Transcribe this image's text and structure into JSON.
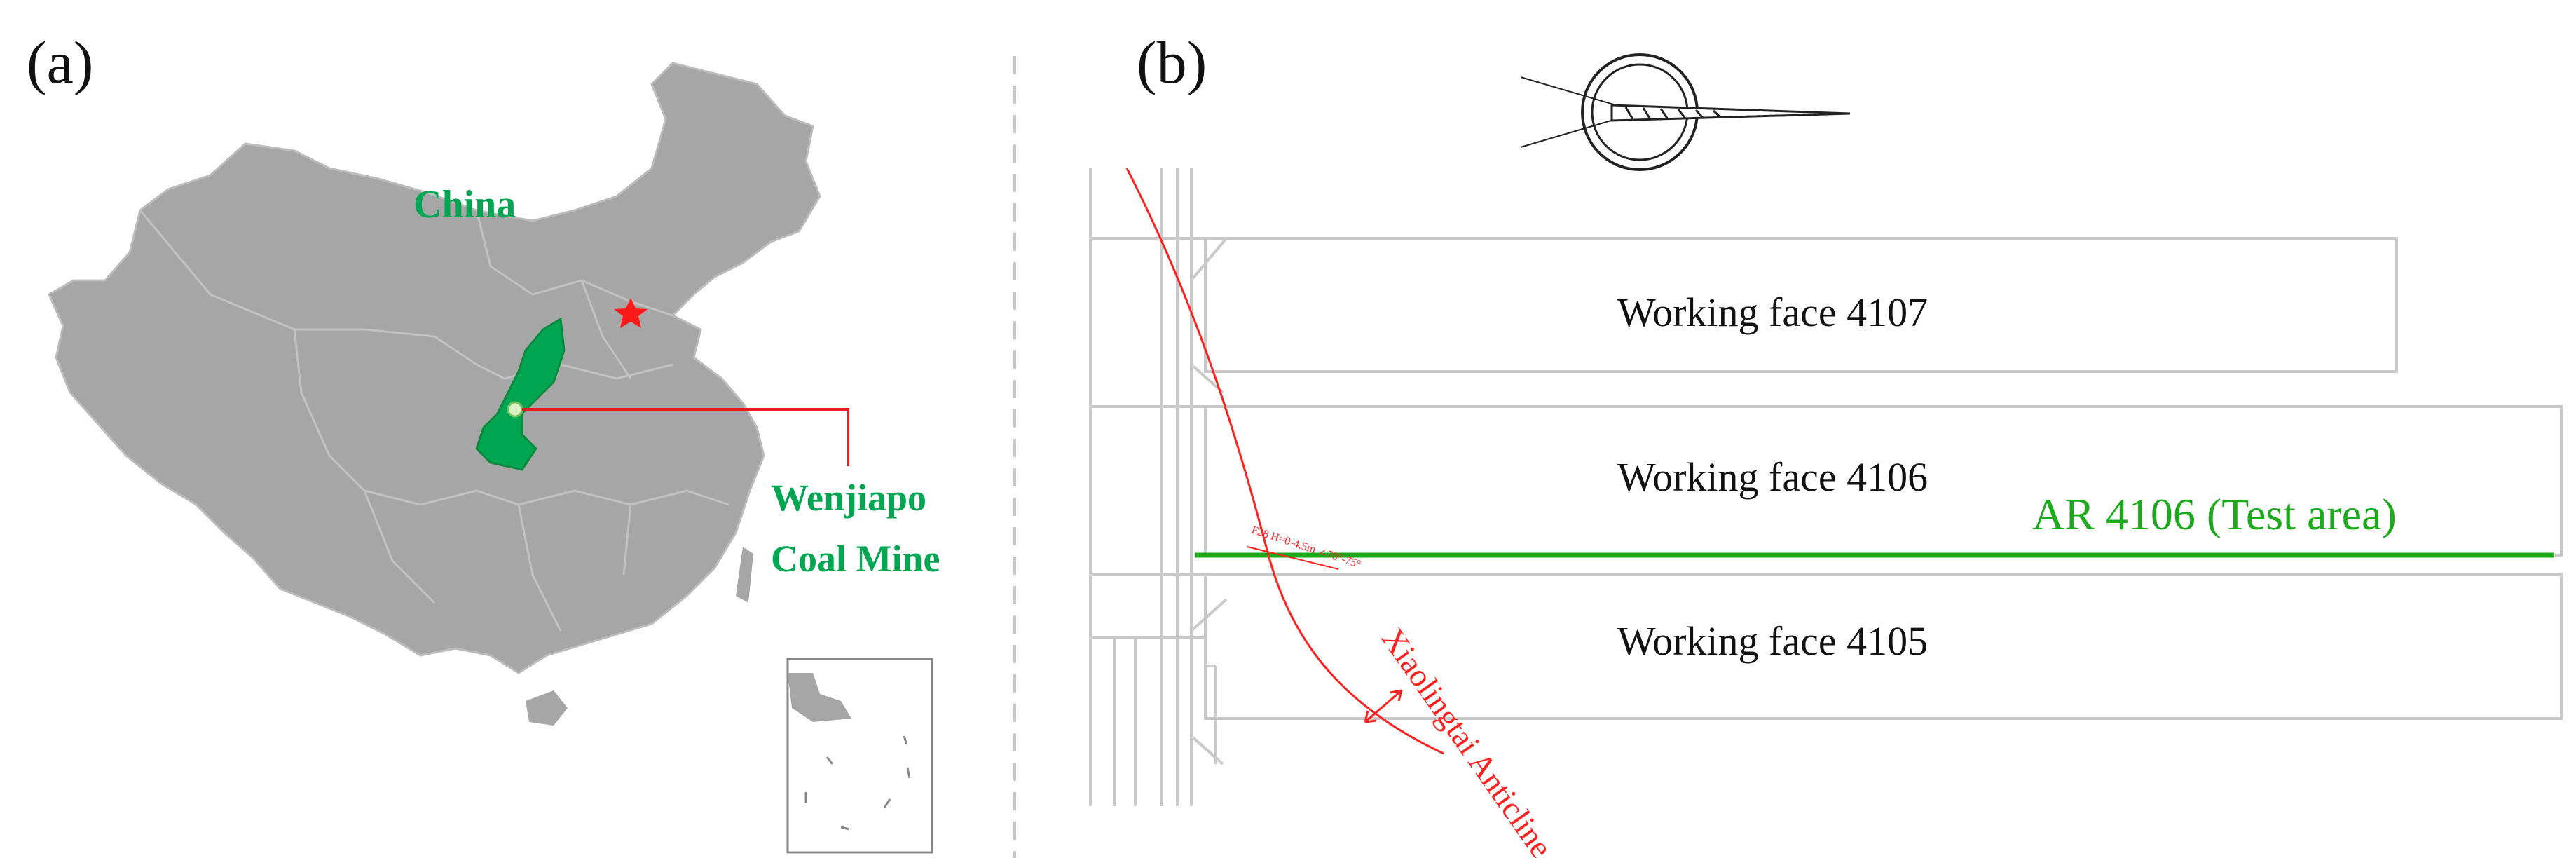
{
  "panel_a": {
    "label": "(a)",
    "country_label": "China",
    "site_label_line1": "Wenjiapo",
    "site_label_line2": "Coal Mine",
    "capital_marker_icon": "red-star-icon",
    "highlight_color": "#00a651",
    "land_color": "#a6a6a6"
  },
  "panel_b": {
    "label": "(b)",
    "compass_icon": "north-arrow-icon",
    "faces": [
      {
        "label": "Working face 4107"
      },
      {
        "label": "Working face 4106"
      },
      {
        "label": "Working face 4105"
      }
    ],
    "test_area_label": "AR 4106 (Test area)",
    "fault_label": "F28 H=0-4.5m ∠70°-75°",
    "anticline_label": "Xiaolingtai Anticline",
    "test_color": "#1aaa1a",
    "fault_color": "#ff2020"
  }
}
